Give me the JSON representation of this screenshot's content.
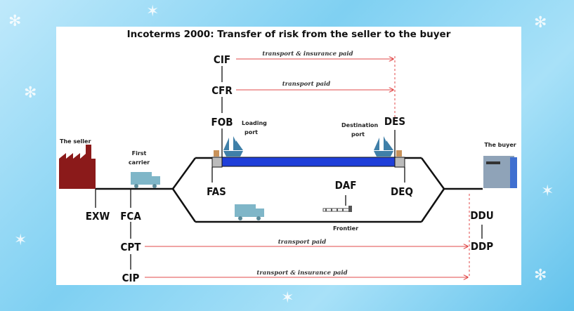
{
  "title": "Incoterms 2000: Transfer of risk from the seller to the buyer",
  "terms": {
    "cif": "CIF",
    "cfr": "CFR",
    "fob": "FOB",
    "des": "DES",
    "fas": "FAS",
    "deq": "DEQ",
    "daf": "DAF",
    "exw": "EXW",
    "fca": "FCA",
    "ddu": "DDU",
    "cpt": "CPT",
    "ddp": "DDP",
    "cip": "CIP"
  },
  "arrows": {
    "cif_label": "transport & insurance paid",
    "cfr_label": "transport paid",
    "cpt_label": "transport paid",
    "cip_label": "transport & insurance paid"
  },
  "labels": {
    "seller": "The seller",
    "buyer": "The buyer",
    "first_carrier_1": "First",
    "first_carrier_2": "carrier",
    "loading_port_1": "Loading",
    "loading_port_2": "port",
    "destination_port_1": "Destination",
    "destination_port_2": "port",
    "frontier": "Frontier"
  },
  "colors": {
    "factory": "#8b1a1a",
    "water": "#1f3fd9",
    "truck": "#7fb6c8",
    "ship": "#3f7fa8",
    "arrow": "#e04848",
    "building": "#8fa3b8",
    "building_accent": "#3f6fd0"
  }
}
